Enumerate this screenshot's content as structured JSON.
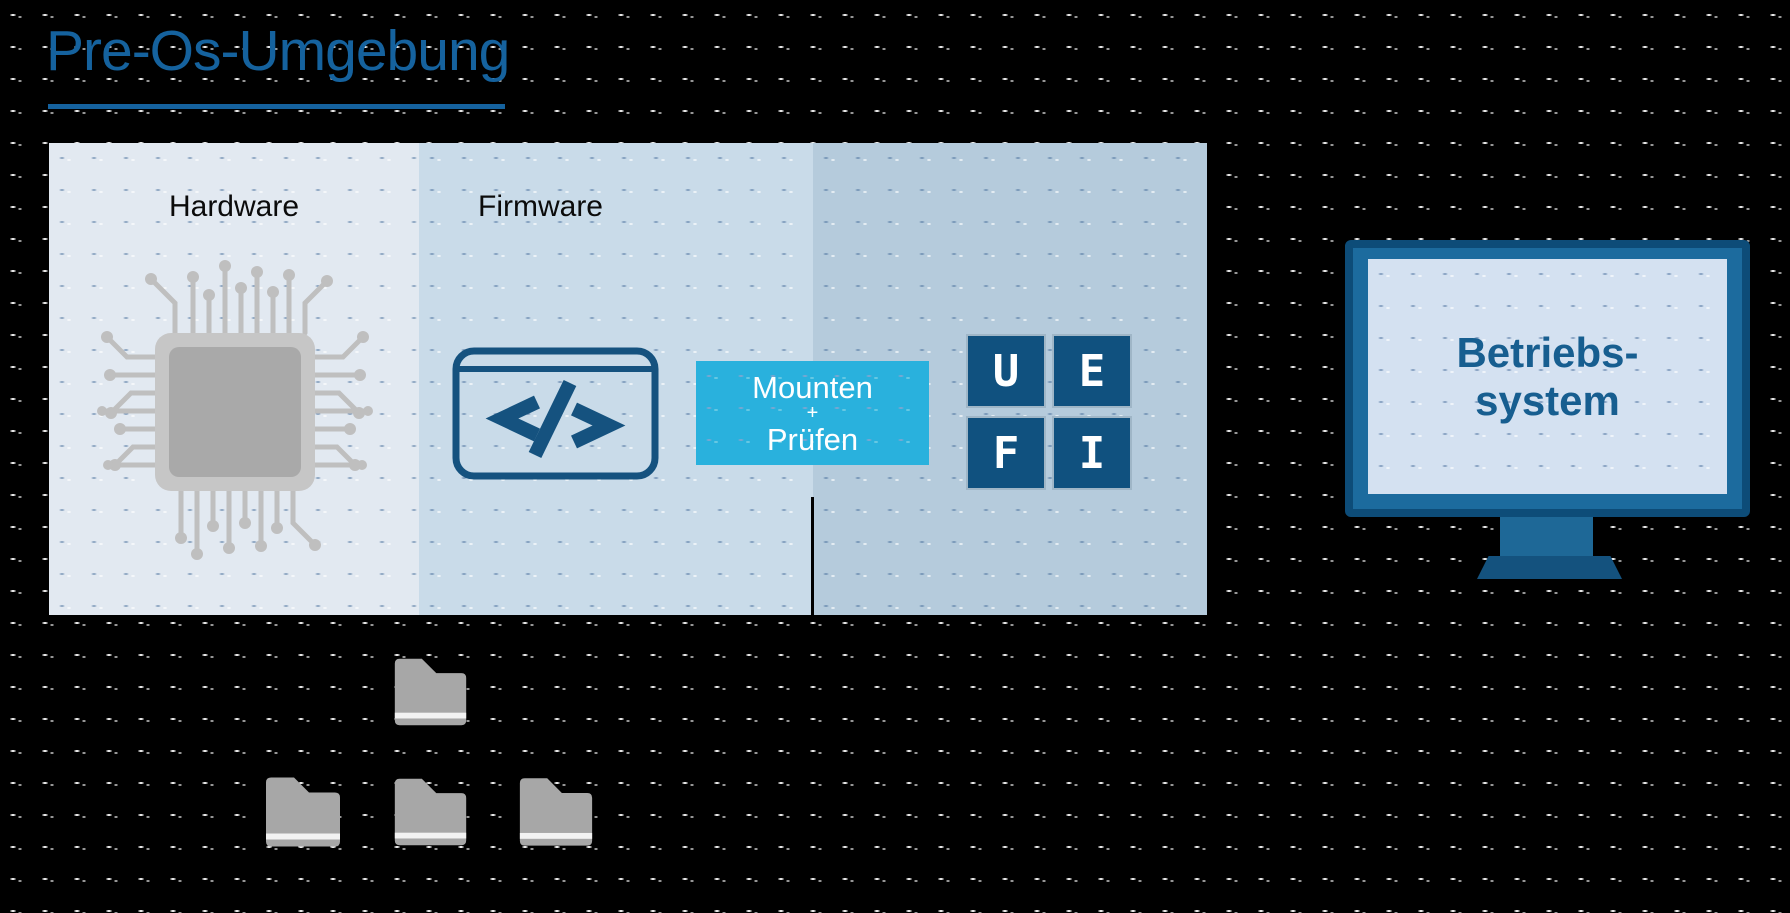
{
  "title": {
    "text": "Pre-Os-Umgebung"
  },
  "panel": {
    "sections": [
      {
        "label": "Hardware",
        "icon": "cpu-icon"
      },
      {
        "label": "Firmware",
        "icon": "code-icon"
      },
      {
        "label": "",
        "icon": "uefi-tiles"
      }
    ]
  },
  "mount_box": {
    "lines": [
      "Mounten",
      "+",
      "Prüfen"
    ]
  },
  "uefi_tiles": {
    "letters": [
      "U",
      "E",
      "F",
      "I"
    ]
  },
  "monitor": {
    "label": [
      "Betriebs-",
      "system"
    ]
  },
  "icons": {
    "code_glyph": "</>",
    "names": [
      "cpu-icon",
      "code-icon",
      "uefi-tiles",
      "monitor-icon",
      "folder-icon"
    ]
  },
  "colors": {
    "background": "#000000",
    "title_blue": "#15629E",
    "section_hardware": "#E2E9F1",
    "section_firmware": "#C9DBE9",
    "section_uefi_area": "#B5CBDC",
    "mount_box_cyan": "#29B1DD",
    "uefi_tile_blue": "#10517F",
    "uefi_tile_border": "#9FB6C7",
    "monitor_frame": "#1C6B9E",
    "monitor_frame_edge": "#0D4C78",
    "monitor_screen": "#D4E1F1",
    "monitor_base": "#14527E",
    "os_text_blue": "#175E90",
    "label_text": "#0B0B0B",
    "code_icon_blue": "#15527F",
    "chip_gray_outer": "#C6C6C6",
    "chip_gray_inner": "#A9A9A9",
    "chip_trace_gray": "#BFBFBF",
    "folder_gray": "#A7A7A7",
    "folder_stripe": "#F2F2F2",
    "divider_black": "#000000",
    "text_white": "#FFFFFF"
  }
}
